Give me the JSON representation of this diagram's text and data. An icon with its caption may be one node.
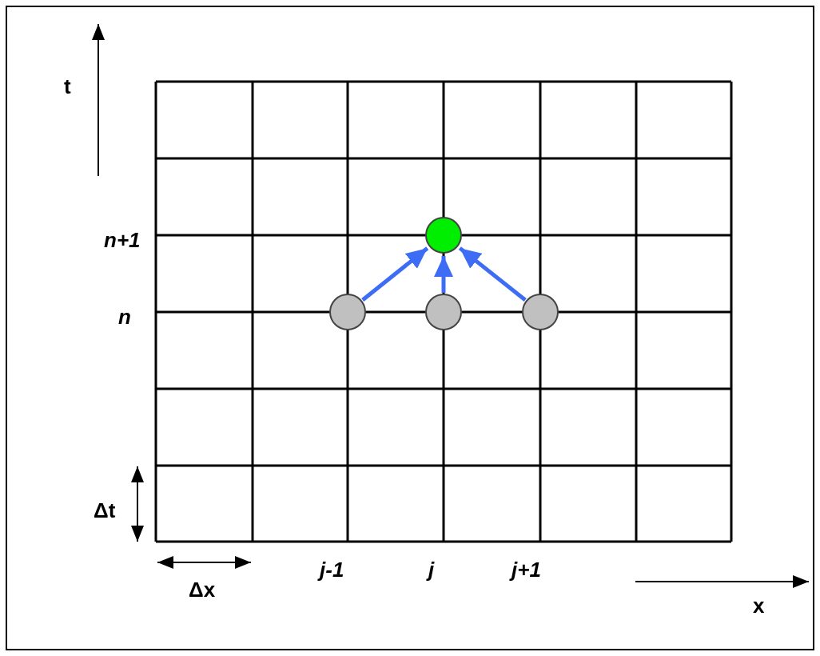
{
  "diagram": {
    "nodes": [
      {
        "text": [],
        "shape": "circle"
      },
      {
        "text": [],
        "shape": "circle"
      },
      {
        "text": [],
        "shape": "circle"
      },
      {
        "text": [],
        "shape": "circle"
      }
    ],
    "edges": [
      {
        "from": 1,
        "to": 0,
        "arrow": "to"
      },
      {
        "from": 2,
        "to": 0,
        "arrow": "to"
      },
      {
        "from": 3,
        "to": 0,
        "arrow": "to"
      }
    ],
    "labels": [
      "t",
      "n+1",
      "n",
      "Δt",
      "Δx",
      "j-1",
      "j",
      "j+1",
      "x"
    ]
  }
}
